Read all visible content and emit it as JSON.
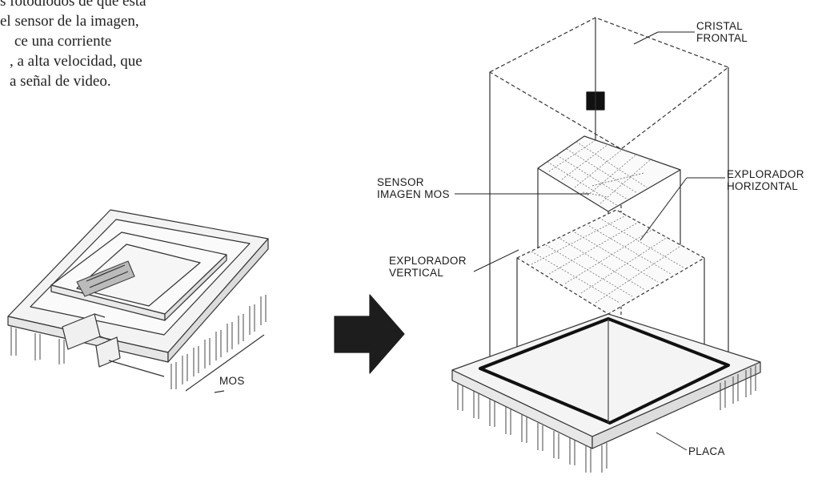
{
  "paragraph": {
    "lines": [
      "s fotodiodos de que está",
      " el sensor de la imagen,",
      "ce una corriente",
      ", a alta velocidad, que",
      "a señal de video."
    ]
  },
  "labels": {
    "mos": "MOS",
    "cristal_1": "CRISTAL",
    "cristal_2": "FRONTAL",
    "sensor_1": "SENSOR",
    "sensor_2": "IMAGEN MOS",
    "exp_h_1": "EXPLORADOR",
    "exp_h_2": "HORIZONTAL",
    "exp_v_1": "EXPLORADOR",
    "exp_v_2": "VERTICAL",
    "placa": "PLACA"
  }
}
